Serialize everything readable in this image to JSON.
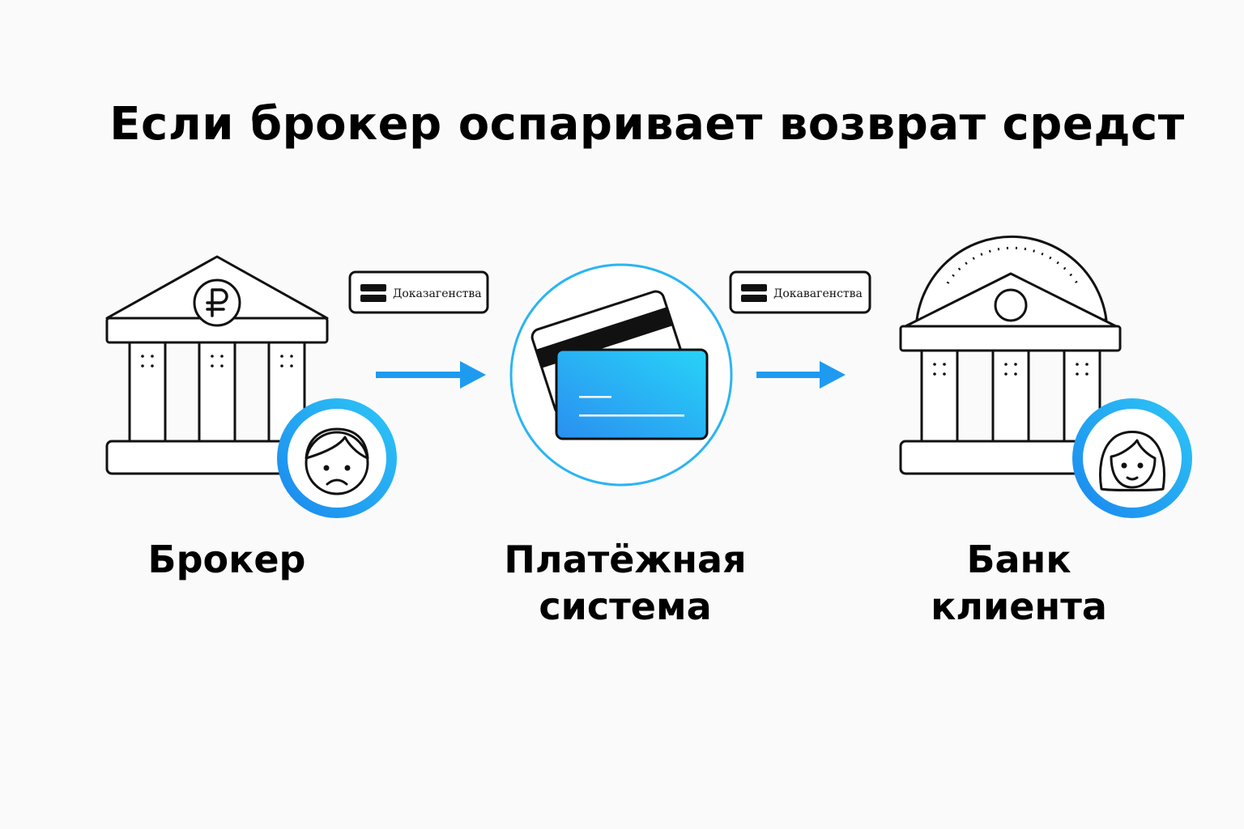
{
  "title": "Если брокер оспаривает возврат средст",
  "nodes": [
    {
      "id": "broker",
      "label_lines": [
        "Брокер"
      ],
      "icon": "bank-ruble-icon",
      "badge_icon": "sad-person-icon"
    },
    {
      "id": "payment-system",
      "label_lines": [
        "Платёжная",
        "система"
      ],
      "icon": "bank-cards-icon"
    },
    {
      "id": "client-bank",
      "label_lines": [
        "Банк",
        "клиента"
      ],
      "icon": "bank-dome-icon",
      "badge_icon": "woman-person-icon"
    }
  ],
  "tags": [
    {
      "text": "Доказагенства"
    },
    {
      "text": "Докавагенства"
    }
  ],
  "colors": {
    "accent": "#1e9bf0",
    "accent_light": "#27cff7",
    "stroke": "#111111"
  }
}
